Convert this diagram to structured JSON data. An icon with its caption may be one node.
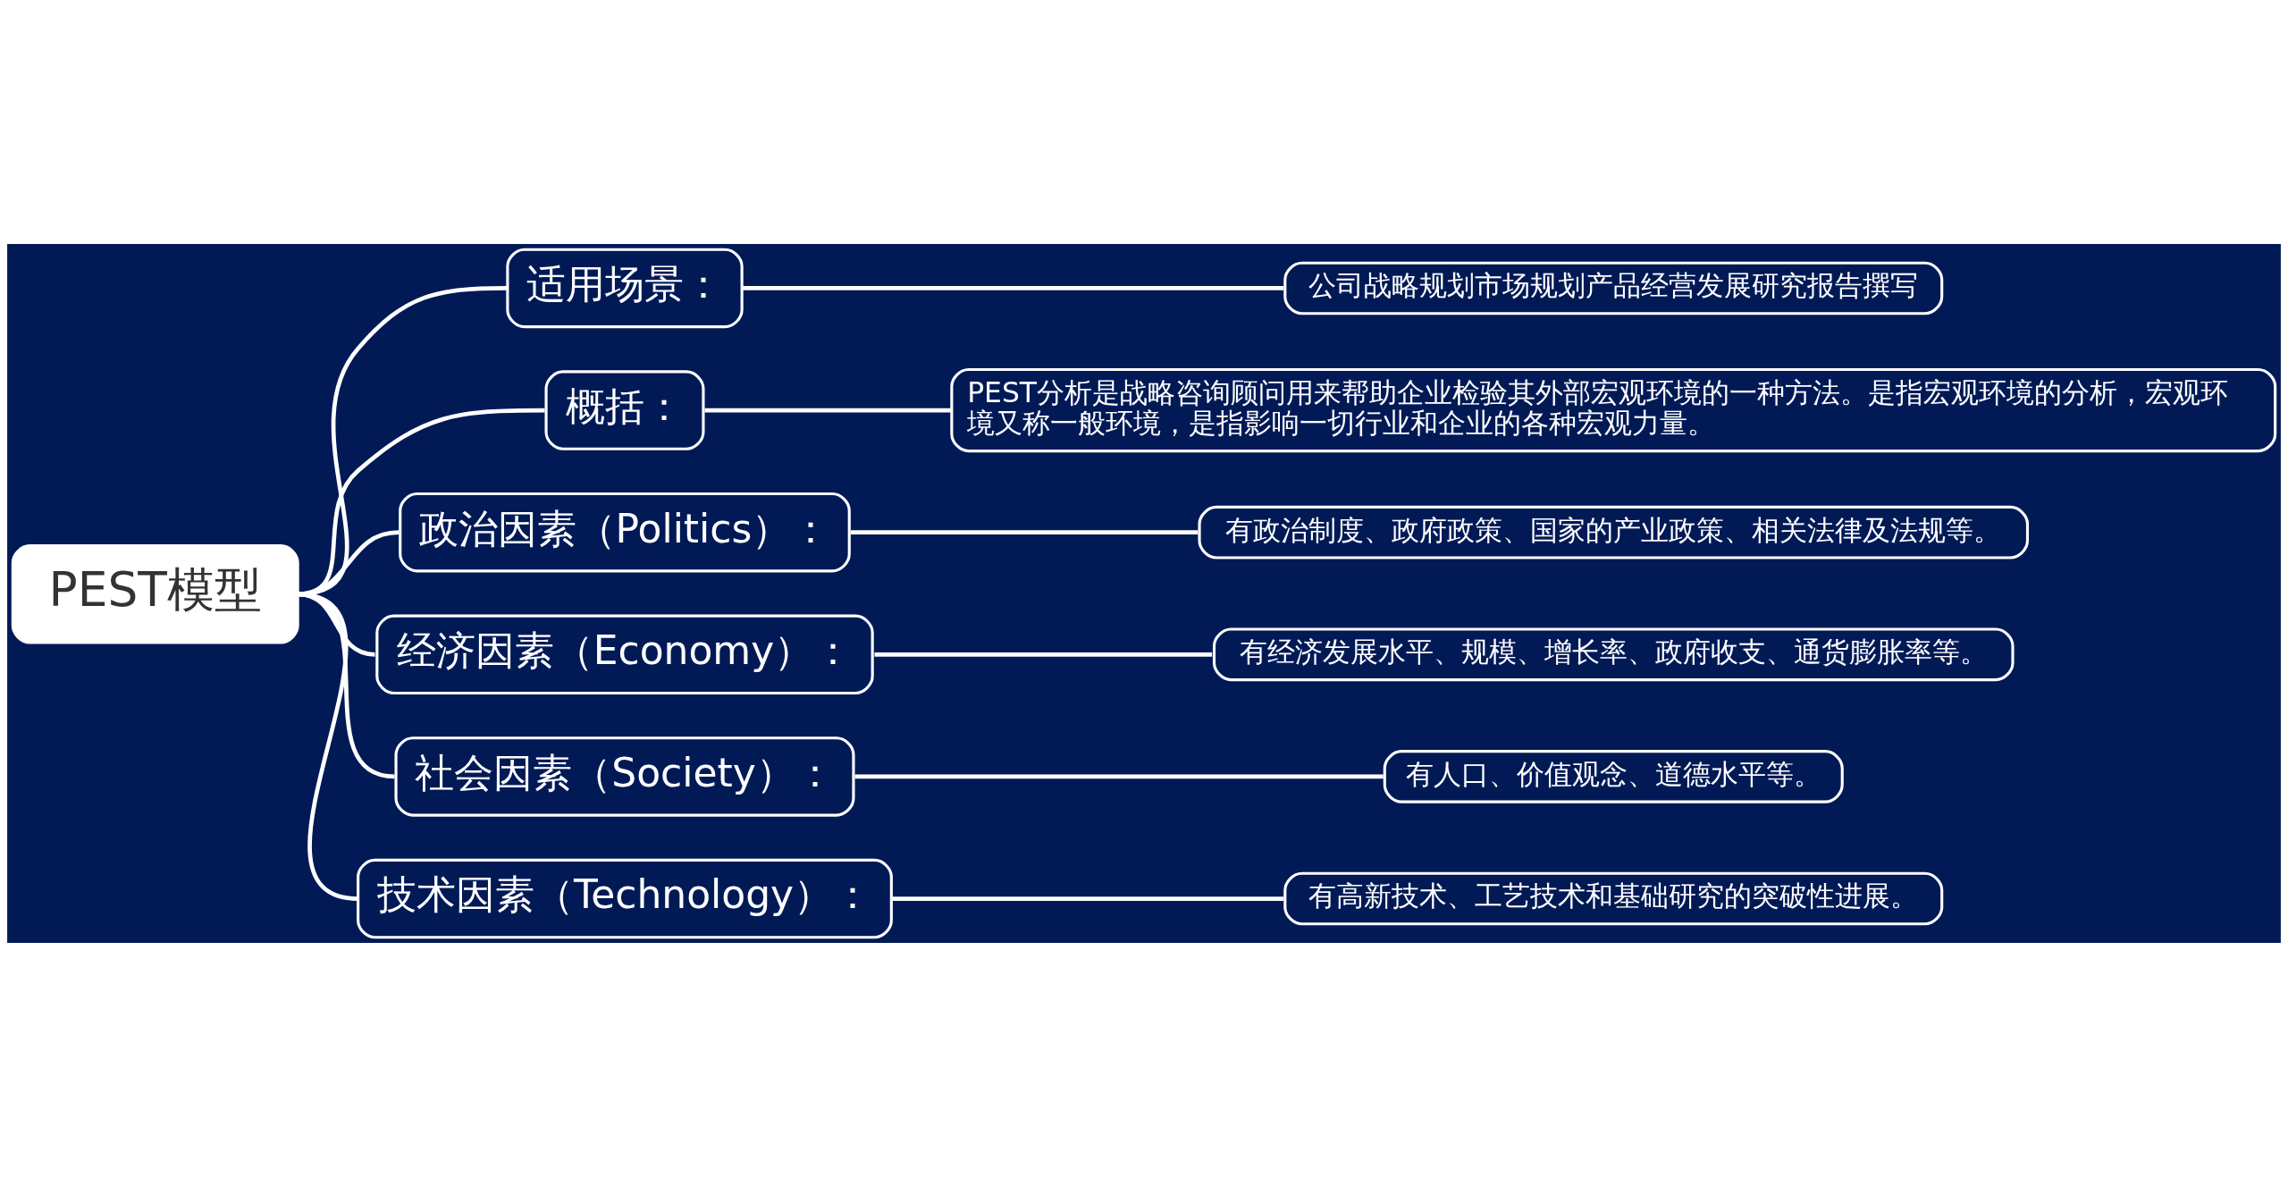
{
  "diagram": {
    "nodes": [
      {
        "text": [
          "PEST模型"
        ]
      },
      {
        "text": [
          "适用场景："
        ]
      },
      {
        "text": [
          "公司战略规划市场规划产品经营发展研究报告撰写"
        ]
      },
      {
        "text": [
          "概括："
        ]
      },
      {
        "text": [
          "PEST分析是战略咨询顾问用来帮助企业检验其外部宏观环境的一种方法。是指宏观环境的分析，宏观环境又称一般环境，是指影响一切行业和企业的各种宏观力量。"
        ]
      },
      {
        "text": [
          "政治因素（Politics）："
        ]
      },
      {
        "text": [
          "有政治制度、政府政策、国家的产业政策、相关法律及法规等。"
        ]
      },
      {
        "text": [
          "经济因素（Economy）："
        ]
      },
      {
        "text": [
          "有经济发展水平、规模、增长率、政府收支、通货膨胀率等。"
        ]
      },
      {
        "text": [
          "社会因素（Society）："
        ]
      },
      {
        "text": [
          "有人口、价值观念、道德水平等。"
        ]
      },
      {
        "text": [
          "技术因素（Technology）："
        ]
      },
      {
        "text": [
          "有高新技术、工艺技术和基础研究的突破性进展。"
        ]
      }
    ],
    "edges": [
      {
        "from": 0,
        "to": 1,
        "arrow": "none"
      },
      {
        "from": 1,
        "to": 2,
        "arrow": "none"
      },
      {
        "from": 0,
        "to": 3,
        "arrow": "none"
      },
      {
        "from": 3,
        "to": 4,
        "arrow": "none"
      },
      {
        "from": 0,
        "to": 5,
        "arrow": "none"
      },
      {
        "from": 5,
        "to": 6,
        "arrow": "none"
      },
      {
        "from": 0,
        "to": 7,
        "arrow": "none"
      },
      {
        "from": 7,
        "to": 8,
        "arrow": "none"
      },
      {
        "from": 0,
        "to": 9,
        "arrow": "none"
      },
      {
        "from": 9,
        "to": 10,
        "arrow": "none"
      },
      {
        "from": 0,
        "to": 11,
        "arrow": "none"
      },
      {
        "from": 11,
        "to": 12,
        "arrow": "none"
      }
    ]
  }
}
